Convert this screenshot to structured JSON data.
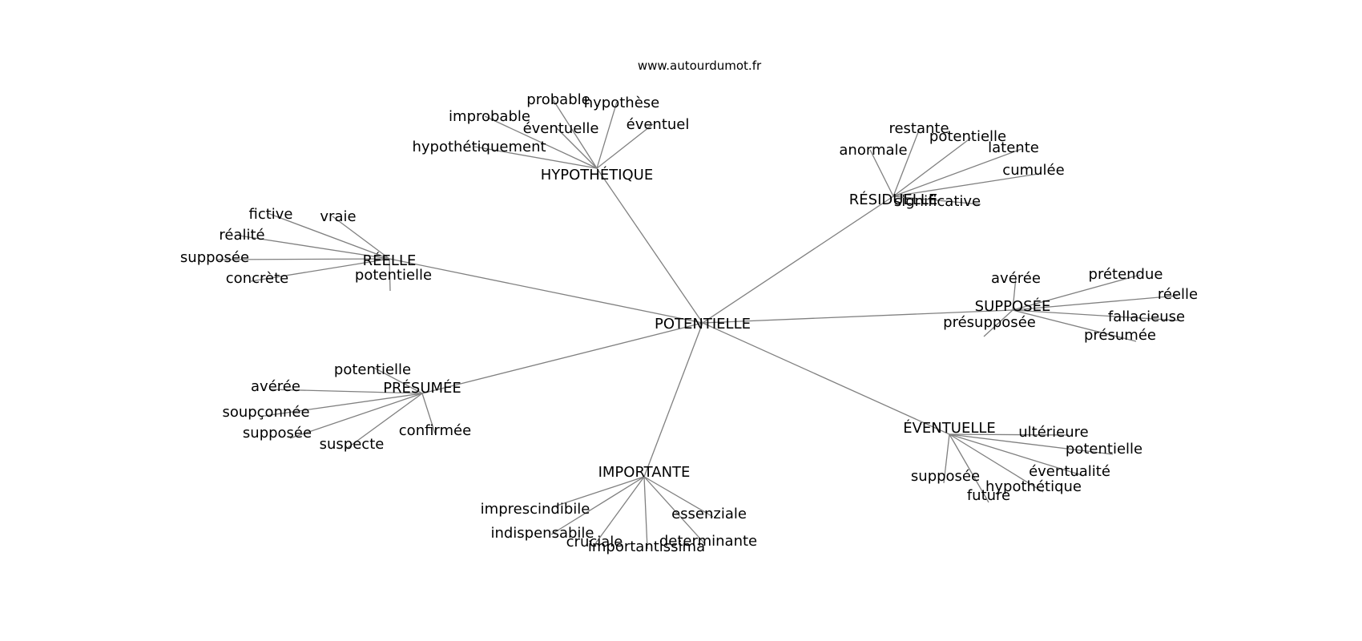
{
  "header": {
    "site": "www.autourdumot.fr"
  },
  "colors": {
    "edge": "#808080",
    "text": "#000000",
    "background": "#ffffff"
  },
  "graph": {
    "root": "POTENTIELLE",
    "hubs": [
      {
        "label": "HYPOTHÉTIQUE",
        "leaves": [
          "probable",
          "hypothèse",
          "improbable",
          "éventuelle",
          "éventuel",
          "hypothétiquement"
        ]
      },
      {
        "label": "RÉSIDUELLE",
        "leaves": [
          "restante",
          "potentielle",
          "anormale",
          "latente",
          "cumulée",
          "significative"
        ]
      },
      {
        "label": "RÉELLE",
        "leaves": [
          "fictive",
          "vraie",
          "réalité",
          "supposée",
          "concrète",
          "potentielle"
        ]
      },
      {
        "label": "SUPPOSÉE",
        "leaves": [
          "avérée",
          "prétendue",
          "réelle",
          "fallacieuse",
          "présupposée",
          "présumée"
        ]
      },
      {
        "label": "PRÉSUMÉE",
        "leaves": [
          "potentielle",
          "avérée",
          "soupçonnée",
          "supposée",
          "suspecte",
          "confirmée"
        ]
      },
      {
        "label": "ÉVENTUELLE",
        "leaves": [
          "ultérieure",
          "potentielle",
          "éventualité",
          "supposée",
          "hypothétique",
          "future"
        ]
      },
      {
        "label": "IMPORTANTE",
        "leaves": [
          "imprescindibile",
          "essenziale",
          "indispensabile",
          "cruciale",
          "importantissima",
          "determinante"
        ]
      }
    ]
  }
}
